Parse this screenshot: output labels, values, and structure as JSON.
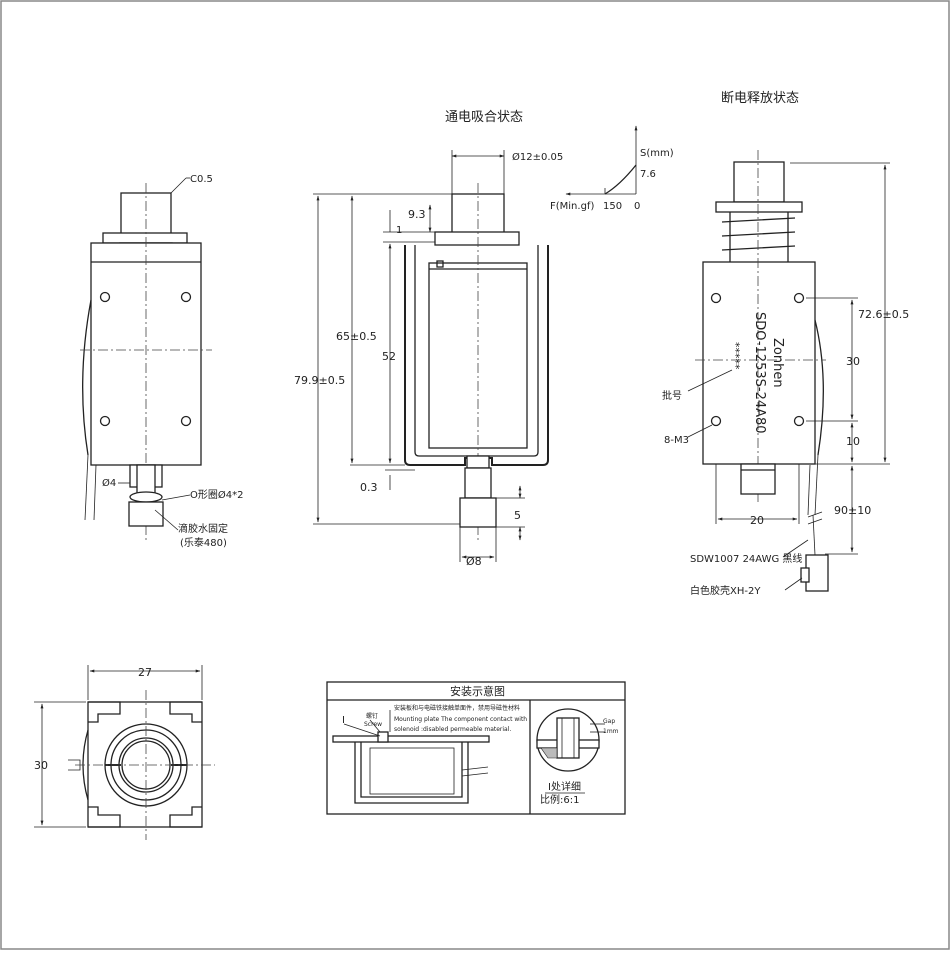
{
  "views": {
    "energized_state": "通电吸合状态",
    "released_state": "断电释放状态"
  },
  "front_view": {
    "chamfer": "C0.5",
    "shaft_dia": "Ø4",
    "o_ring": "O形圈Ø4*2",
    "glue_1": "滴胶水固定",
    "glue_2": "(乐泰480)"
  },
  "center_view": {
    "plunger_dia": "Ø12±0.05",
    "dim_9_3": "9.3",
    "dim_1": "1",
    "dim_65": "65±0.5",
    "dim_79_9": "79.9±0.5",
    "dim_52": "52",
    "dim_0_3": "0.3",
    "dim_5": "5",
    "dim_8": "Ø8"
  },
  "graph": {
    "s_label": "S(mm)",
    "s_value": "7.6",
    "f_label": "F(Min.gf)",
    "f_value": "150",
    "origin": "0"
  },
  "right_view": {
    "brand": "Zonhen",
    "model": "SDO-1253S-24A80",
    "batch_marks": "*****",
    "batch_label": "批号",
    "screw_label": "8-M3",
    "dim_72_6": "72.6±0.5",
    "dim_30": "30",
    "dim_10": "10",
    "dim_20": "20",
    "dim_90": "90±10",
    "wire": "SDW1007 24AWG 黑线",
    "connector": "白色胶壳XH-2Y"
  },
  "bottom_view": {
    "dim_27": "27",
    "dim_30": "30"
  },
  "install": {
    "title": "安装示意图",
    "screw_cn": "螺钉",
    "screw_en": "Screw",
    "marker_i": "I",
    "note_cn": "安装板和与电磁铁接触单面件，禁用导磁性材料",
    "note_en_1": "Mounting plate The component contact with",
    "note_en_2": "solenoid :disabled permeable material.",
    "gap_label": "Gap",
    "gap_value": "1mm",
    "detail_label": "I处详细",
    "scale": "比例:6:1"
  }
}
